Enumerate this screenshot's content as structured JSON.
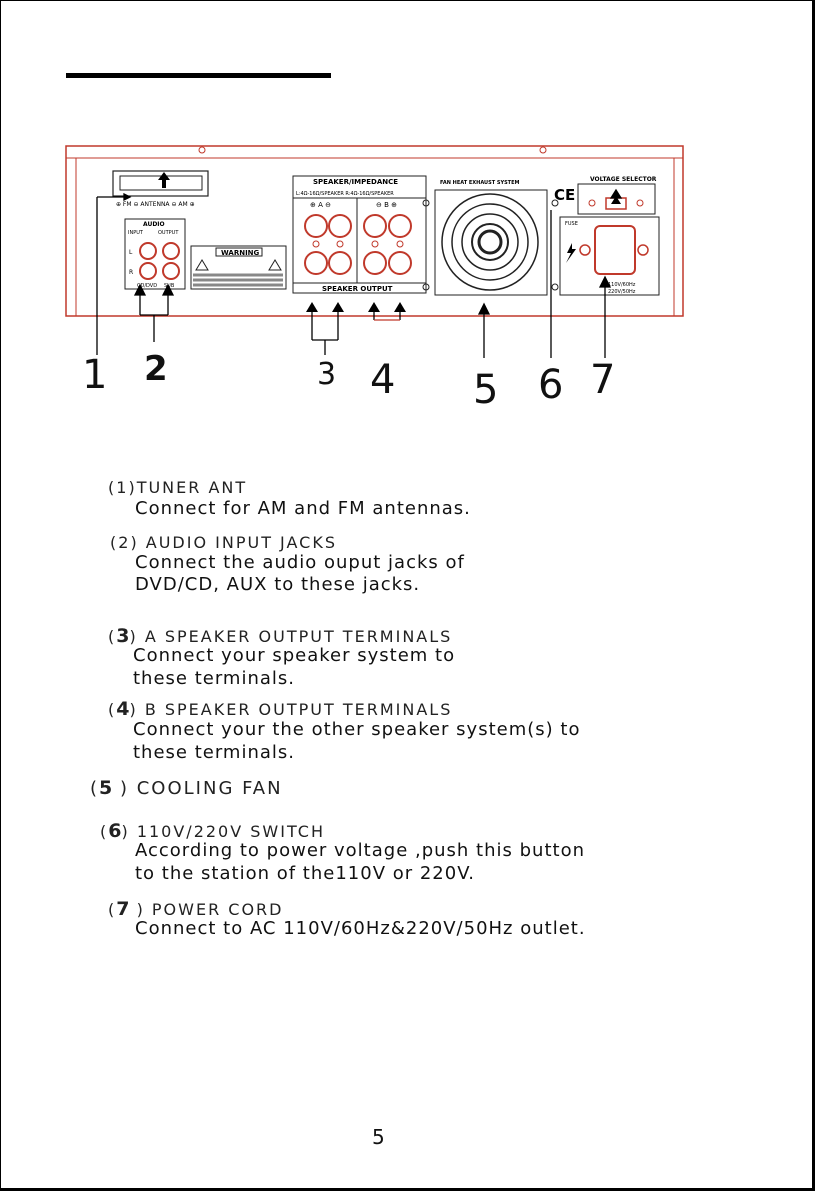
{
  "panel": {
    "antenna_label": "⊕ FM ⊖ ANTENNA ⊖ AM ⊕",
    "audio": {
      "title": "AUDIO",
      "input": "INPUT",
      "output": "OUTPUT",
      "sub_a": "CD/DVD",
      "sub_b": "SUB",
      "l": "L",
      "r": "R",
      "bottom_a": "CD/DVD",
      "bottom_b": "SUB"
    },
    "warning": "WARNING",
    "speaker_header": "SPEAKER/IMPEDANCE",
    "speaker_impedance": "L:4Ω-16Ω/SPEAKER  R:4Ω-16Ω/SPEAKER",
    "speaker_a": "⊕  A  ⊖",
    "speaker_b": "⊖  B  ⊕",
    "speaker_output": "SPEAKER OUTPUT",
    "fan_label": "FAN HEAT EXHAUST SYSTEM",
    "ce_mark": "CE",
    "voltage_selector": "VOLTAGE SELECTOR",
    "fuse_label": "FUSE",
    "power_rating_a": "110V/60Hz",
    "power_rating_b": "220V/50Hz"
  },
  "callout_numbers": [
    "1",
    "2",
    "3",
    "4",
    "5",
    "6",
    "7"
  ],
  "items": [
    {
      "number": "1",
      "title": "TUNER ANT",
      "lines": [
        "Connect for AM and FM antennas."
      ]
    },
    {
      "number": "2",
      "title": "AUDIO INPUT JACKS",
      "lines": [
        "Connect the audio ouput jacks of",
        "DVD/CD,   AUX to these jacks."
      ]
    },
    {
      "number": "3",
      "title": "A SPEAKER OUTPUT TERMINALS",
      "lines": [
        "Connect your speaker system to",
        "these terminals."
      ]
    },
    {
      "number": "4",
      "title": "B SPEAKER OUTPUT TERMINALS",
      "lines": [
        "Connect your the other speaker system(s) to",
        "these terminals."
      ]
    },
    {
      "number": "5",
      "title": "COOLING FAN",
      "lines": []
    },
    {
      "number": "6",
      "title": "110V/220V  SWITCH",
      "lines": [
        "According to power voltage ,push this button",
        " to the station of  the110V or 220V."
      ]
    },
    {
      "number": "7",
      "title": "POWER CORD",
      "lines": [
        "Connect to AC 110V/60Hz&220V/50Hz outlet."
      ]
    }
  ],
  "page_number": "5"
}
